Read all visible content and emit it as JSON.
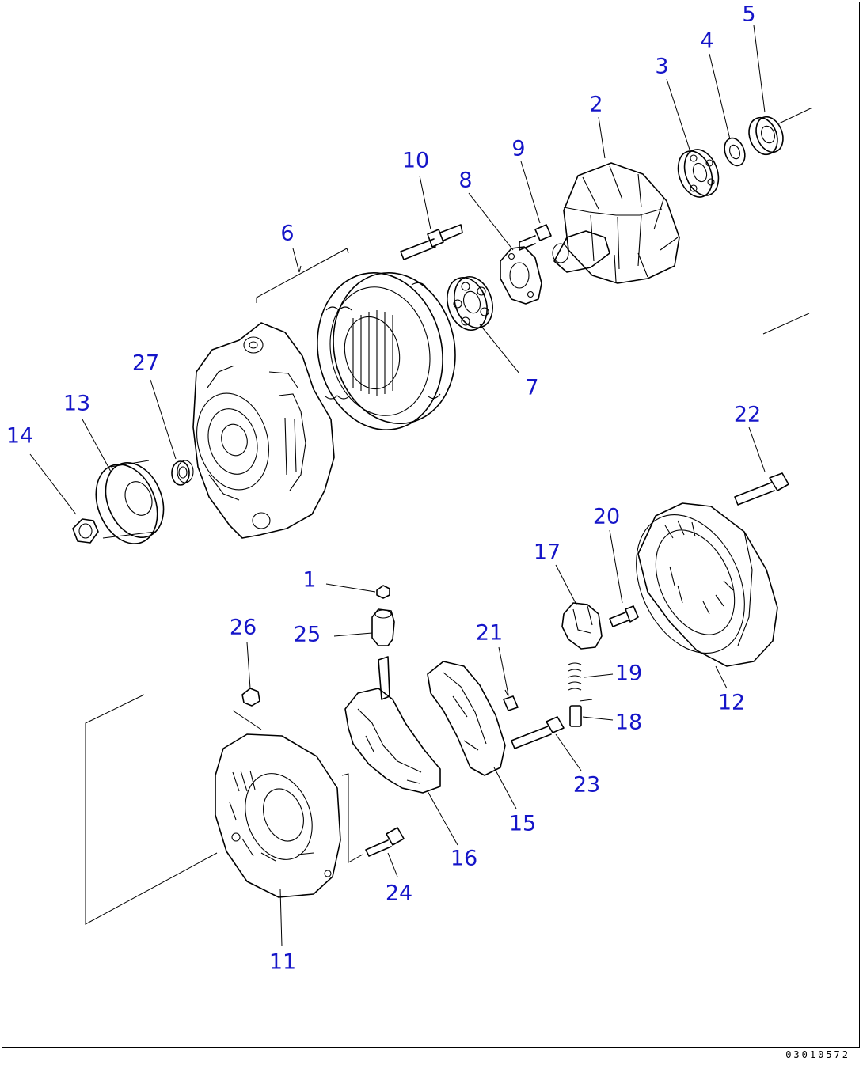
{
  "parts": [
    {
      "id": "p1",
      "number": "1"
    },
    {
      "id": "p2",
      "number": "2"
    },
    {
      "id": "p3",
      "number": "3"
    },
    {
      "id": "p4",
      "number": "4"
    },
    {
      "id": "p5",
      "number": "5"
    },
    {
      "id": "p6",
      "number": "6"
    },
    {
      "id": "p7",
      "number": "7"
    },
    {
      "id": "p8",
      "number": "8"
    },
    {
      "id": "p9",
      "number": "9"
    },
    {
      "id": "p10",
      "number": "10"
    },
    {
      "id": "p11",
      "number": "11"
    },
    {
      "id": "p12",
      "number": "12"
    },
    {
      "id": "p13",
      "number": "13"
    },
    {
      "id": "p14",
      "number": "14"
    },
    {
      "id": "p15",
      "number": "15"
    },
    {
      "id": "p16",
      "number": "16"
    },
    {
      "id": "p17",
      "number": "17"
    },
    {
      "id": "p18",
      "number": "18"
    },
    {
      "id": "p19",
      "number": "19"
    },
    {
      "id": "p20",
      "number": "20"
    },
    {
      "id": "p21",
      "number": "21"
    },
    {
      "id": "p22",
      "number": "22"
    },
    {
      "id": "p23",
      "number": "23"
    },
    {
      "id": "p24",
      "number": "24"
    },
    {
      "id": "p25",
      "number": "25"
    },
    {
      "id": "p26",
      "number": "26"
    },
    {
      "id": "p27",
      "number": "27"
    }
  ],
  "drawing_code": "03010572",
  "colors": {
    "label": "#1515c8",
    "line": "#000000",
    "background": "#ffffff"
  }
}
